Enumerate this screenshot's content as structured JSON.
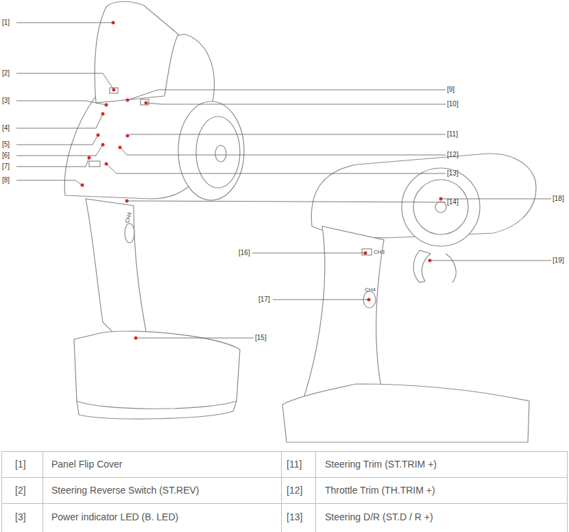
{
  "diagram": {
    "labels": [
      "[1]",
      "[2]",
      "[3]",
      "[4]",
      "[5]",
      "[6]",
      "[7]",
      "[8]",
      "[9]",
      "[10]",
      "[11]",
      "[12]",
      "[13]",
      "[14]",
      "[15]",
      "[16]",
      "[17]",
      "[18]",
      "[19]",
      "CH3",
      "CH4",
      "CH4",
      "[1]",
      "Panel Flip Cover",
      "[11]",
      "Steering Trim (ST.TRIM +)",
      "[2]",
      "Steering Reverse Switch (ST.REV)",
      "[12]",
      "Throttle Trim (TH.TRIM +)",
      "[3]",
      "Power indicator LED (B. LED)",
      "[13]",
      "Steering D/R (ST.D / R +)"
    ]
  }
}
